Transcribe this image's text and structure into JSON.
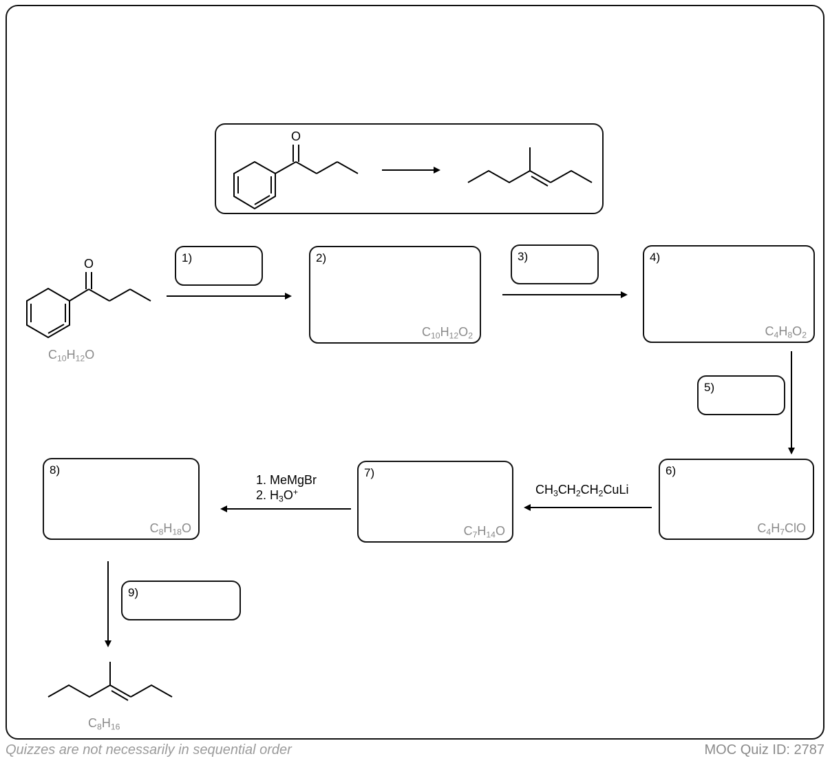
{
  "overview": {
    "start_label": "O",
    "arrow": "reaction-arrow"
  },
  "start": {
    "formula_parts": [
      "C",
      "10",
      "H",
      "12",
      "O"
    ],
    "carbonyl_label": "O"
  },
  "boxes": [
    {
      "num": "1)"
    },
    {
      "num": "2)",
      "formula_parts": [
        "C",
        "10",
        "H",
        "12",
        "O",
        "2"
      ]
    },
    {
      "num": "3)"
    },
    {
      "num": "4)",
      "formula_parts": [
        "C",
        "4",
        "H",
        "8",
        "O",
        "2"
      ]
    },
    {
      "num": "5)"
    },
    {
      "num": "6)",
      "formula": "C4H7ClO",
      "formula_parts": [
        "C",
        "4",
        "H",
        "7",
        "ClO"
      ]
    },
    {
      "num": "7)",
      "formula_parts": [
        "C",
        "7",
        "H",
        "14",
        "O"
      ]
    },
    {
      "num": "8)",
      "formula_parts": [
        "C",
        "8",
        "H",
        "18",
        "O"
      ]
    },
    {
      "num": "9)"
    }
  ],
  "reagents": {
    "cuprate_parts": [
      "CH",
      "3",
      "CH",
      "2",
      "CH",
      "2",
      "CuLi"
    ],
    "grignard_line1": "1. MeMgBr",
    "grignard_line2_parts": [
      "2. H",
      "3",
      "O",
      "+"
    ]
  },
  "product": {
    "formula_parts": [
      "C",
      "8",
      "H",
      "16"
    ]
  },
  "footer": {
    "note": "Quizzes are not necessarily in sequential order",
    "quiz_id": "MOC Quiz ID: 2787"
  }
}
